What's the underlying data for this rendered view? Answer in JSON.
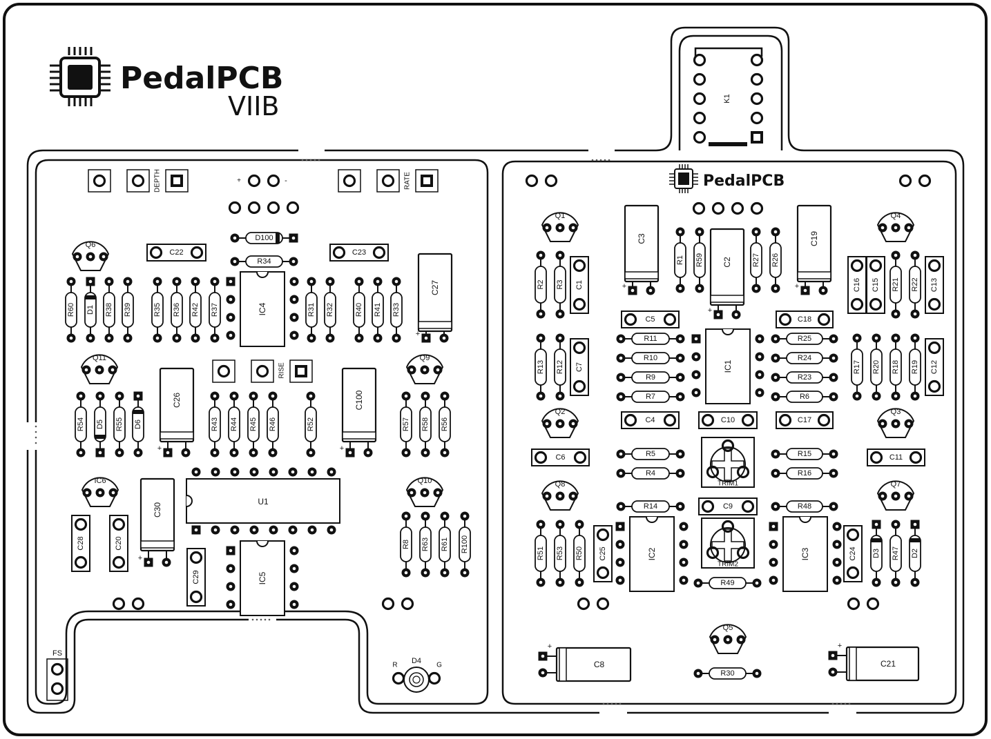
{
  "brand": {
    "name": "PedalPCB",
    "product": "VIIB",
    "small_name": "PedalPCB"
  },
  "labels": {
    "depth": "DEPTH",
    "rate": "RATE",
    "rise": "RISE",
    "fs": "FS",
    "plus": "+",
    "minus": "-",
    "led_r": "R",
    "led_g": "G"
  },
  "components": {
    "left": {
      "v": [
        "R60",
        "D1",
        "R38",
        "R39",
        "R35",
        "R36",
        "R42",
        "R37",
        "IC4",
        "R31",
        "R32",
        "R40",
        "R41",
        "R33",
        "C27",
        "R54",
        "D5",
        "R55",
        "D6",
        "C26",
        "R43",
        "R44",
        "R45",
        "R46",
        "R52",
        "C100",
        "R57",
        "R58",
        "R56",
        "C30",
        "C28",
        "C20",
        "C29",
        "IC5",
        "R8",
        "R63",
        "R61",
        "R100"
      ],
      "h": [
        "D100",
        "R34",
        "C22",
        "C23",
        "U1"
      ],
      "t": [
        "Q6",
        "Q11",
        "Q9",
        "IC6",
        "Q10",
        "D4"
      ]
    },
    "right": {
      "v": [
        "C3",
        "R1",
        "R59",
        "C2",
        "R27",
        "R26",
        "C19",
        "R2",
        "R3",
        "C1",
        "C16",
        "C15",
        "R21",
        "R22",
        "C13",
        "R13",
        "R12",
        "C7",
        "IC1",
        "R17",
        "R20",
        "R18",
        "R19",
        "C12",
        "R51",
        "R53",
        "R50",
        "C25",
        "IC2",
        "IC3",
        "C24",
        "D3",
        "R47",
        "D2",
        "K1"
      ],
      "h": [
        "C5",
        "C18",
        "R11",
        "R10",
        "R9",
        "R7",
        "R25",
        "R24",
        "R23",
        "R6",
        "C4",
        "C10",
        "C17",
        "C6",
        "C11",
        "R5",
        "R4",
        "R15",
        "R16",
        "R14",
        "C9",
        "R48",
        "R49",
        "R30",
        "C8",
        "C21"
      ],
      "t": [
        "Q1",
        "Q4",
        "Q2",
        "Q3",
        "Q8",
        "Q7",
        "Q5",
        "TRIM1",
        "TRIM2"
      ]
    }
  }
}
